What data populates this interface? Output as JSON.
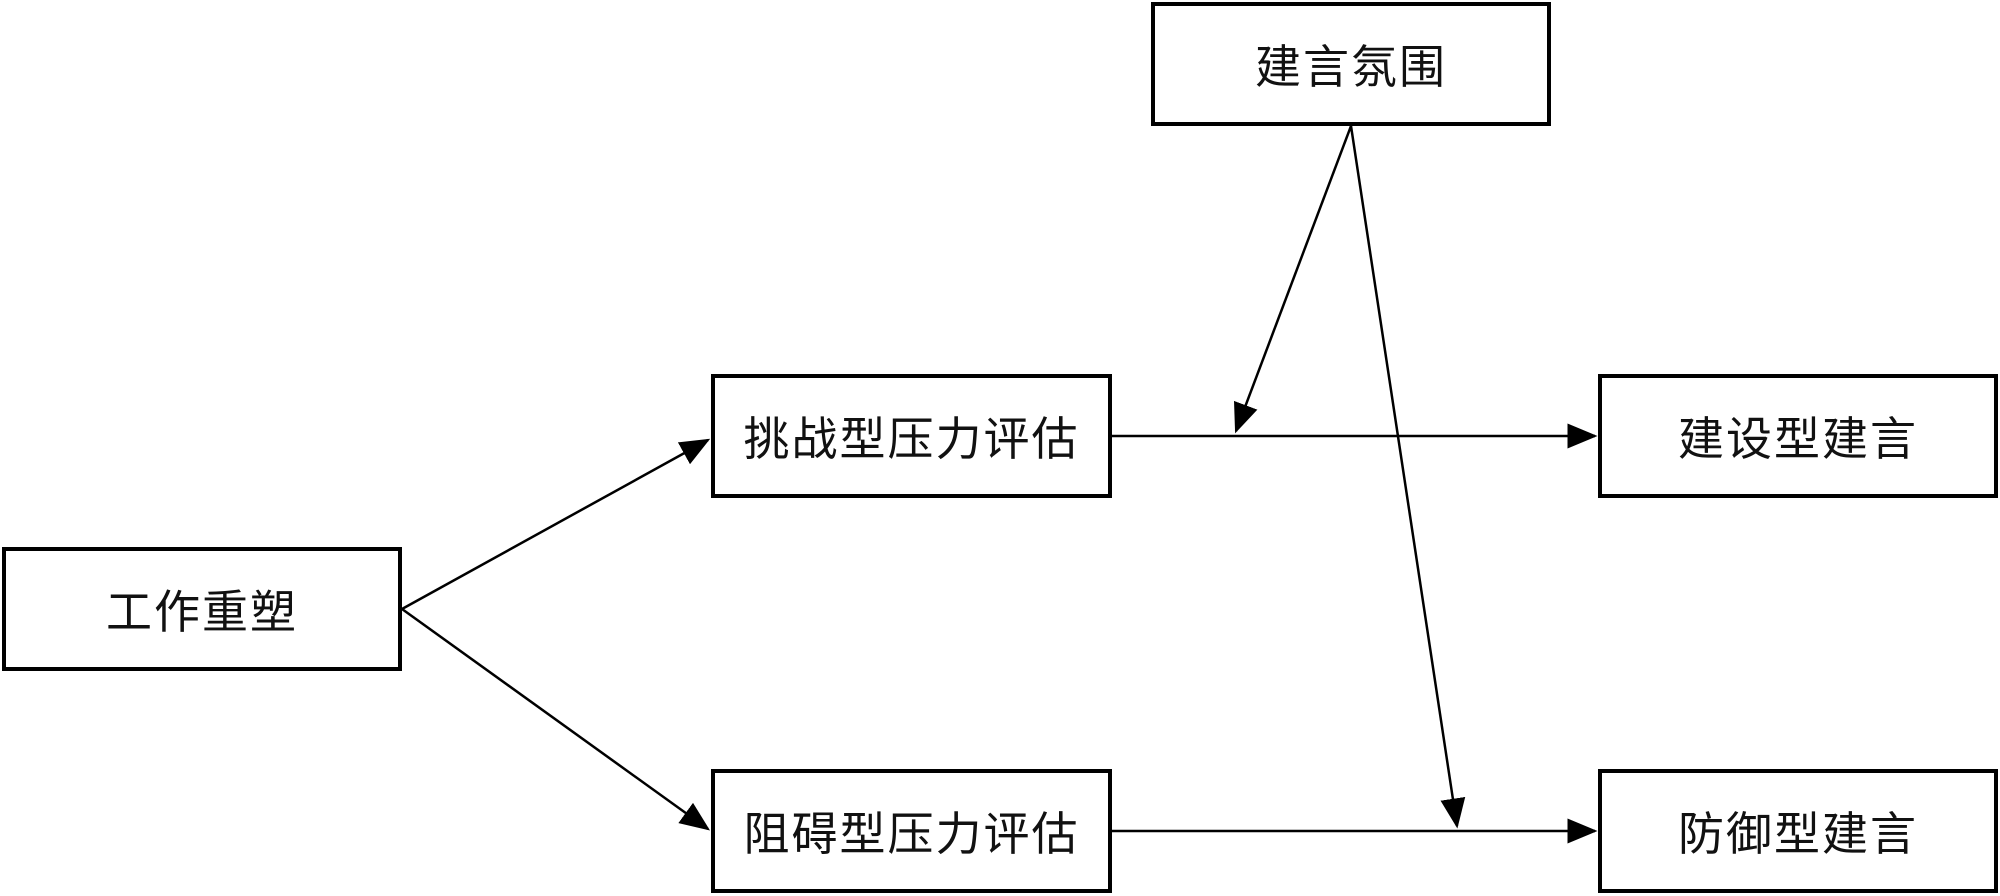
{
  "nodes": {
    "work_crafting": "工作重塑",
    "challenge_stress": "挑战型压力评估",
    "hindrance_stress": "阻碍型压力评估",
    "voice_climate": "建言氛围",
    "promotive_voice": "建设型建言",
    "prohibitive_voice": "防御型建言"
  },
  "edges": [
    {
      "from": "work_crafting",
      "to": "challenge_stress"
    },
    {
      "from": "work_crafting",
      "to": "hindrance_stress"
    },
    {
      "from": "challenge_stress",
      "to": "promotive_voice"
    },
    {
      "from": "hindrance_stress",
      "to": "prohibitive_voice"
    },
    {
      "from": "voice_climate",
      "to": "edge:challenge_stress->promotive_voice"
    },
    {
      "from": "voice_climate",
      "to": "edge:hindrance_stress->prohibitive_voice"
    }
  ],
  "colors": {
    "line": "#000000",
    "box_border": "#000000",
    "background": "#ffffff",
    "text": "#111111"
  }
}
